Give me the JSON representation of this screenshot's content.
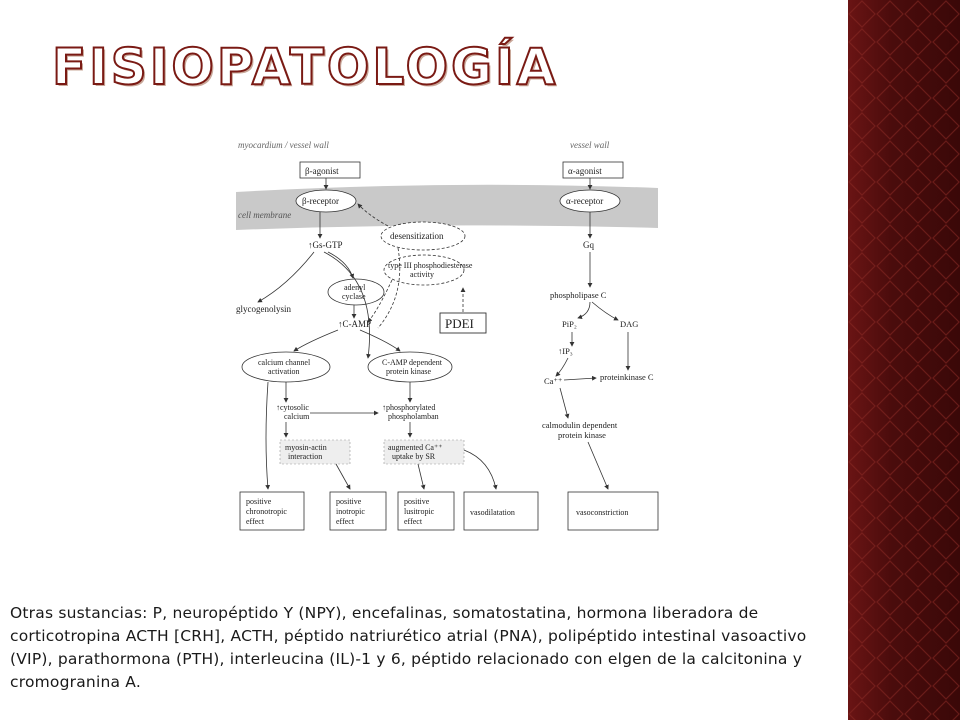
{
  "slide": {
    "title": "FISIOPATOLOGÍA",
    "body": "Otras sustancias:  P, neuropéptido Y (NPY), encefalinas, somatostatina, hormona liberadora de corticotropina ACTH [CRH], ACTH, péptido natriurético atrial (PNA), polipéptido intestinal vasoactivo (VIP), parathormona (PTH), interleucina (IL)-1 y 6, péptido relacionado con elgen de la calcitonina y cromogranina A."
  },
  "diagram": {
    "header_left": "myocardium / vessel wall",
    "header_right": "vessel wall",
    "membrane": "cell membrane",
    "beta_agonist": "β-agonist",
    "alpha_agonist": "α-agonist",
    "beta_receptor": "β-receptor",
    "alpha_receptor": "α-receptor",
    "gs_gtp": "↑Gs-GTP",
    "gq": "Gq",
    "desensitization": "desensitization",
    "pde3_line1": "type III phosphodiesterase",
    "pde3_line2": "activity",
    "adenyl_line1": "adenyl",
    "adenyl_line2": "cyclase",
    "glycogenolysin": "glycogenolysin",
    "camp": "↑C-AMP",
    "pdei": "PDEI",
    "phospholipase": "phospholipase C",
    "pip2": "PiP₂",
    "dag": "DAG",
    "ip3": "↑IP₃",
    "ca": "Ca⁺⁺",
    "proteinkinase_c": "proteinkinase C",
    "calmodulin_line1": "calmodulin dependent",
    "calmodulin_line2": "protein kinase",
    "calcium_channel_line1": "calcium channel",
    "calcium_channel_line2": "activation",
    "camp_kinase_line1": "C-AMP dependent",
    "camp_kinase_line2": "protein kinase",
    "cytosolic_line1": "↑cytosolic",
    "cytosolic_line2": "calcium",
    "phosph_line1": "↑phosphorylated",
    "phosph_line2": "phospholamban",
    "myosin_line1": "myosin-actin",
    "myosin_line2": "interaction",
    "augmented_line1": "augmented Ca⁺⁺",
    "augmented_line2": "uptake by SR",
    "pos_chrono_line1": "positive",
    "pos_chrono_line2": "chronotropic",
    "pos_chrono_line3": "effect",
    "pos_ino_line1": "positive",
    "pos_ino_line2": "inotropic",
    "pos_ino_line3": "effect",
    "pos_lusi_line1": "positive",
    "pos_lusi_line2": "lusitropic",
    "pos_lusi_line3": "effect",
    "vasodilatation": "vasodilatation",
    "vasoconstriction": "vasoconstriction"
  }
}
